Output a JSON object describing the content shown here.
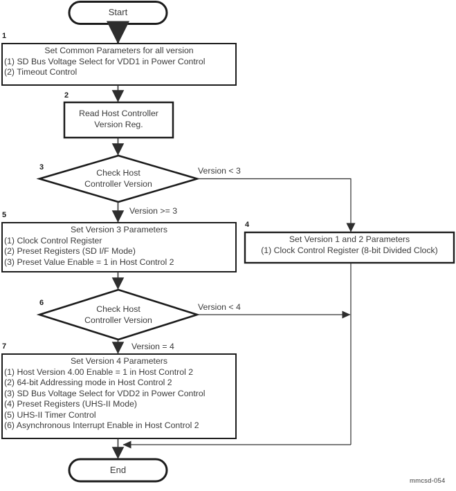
{
  "diagram": {
    "title_id": "mmcsd-054",
    "colors": {
      "stroke": "#1b1b1b",
      "text": "#3a3a3a",
      "thin_line": "#3a3a3a",
      "background": "#ffffff"
    },
    "terminators": {
      "start": "Start",
      "end": "End"
    },
    "steps": [
      {
        "number": "1",
        "type": "process",
        "title": "Set Common Parameters for all version",
        "lines": [
          "(1) SD Bus Voltage Select for VDD1 in Power Control",
          "(2) Timeout Control"
        ]
      },
      {
        "number": "2",
        "type": "process",
        "title": "Read Host Controller",
        "lines": [
          "Version Reg."
        ]
      },
      {
        "number": "3",
        "type": "decision",
        "title": "Check Host",
        "lines": [
          "Controller Version"
        ]
      },
      {
        "number": "4",
        "type": "process",
        "title": "Set Version 1 and 2 Parameters",
        "lines": [
          "(1) Clock Control Register (8-bit Divided Clock)"
        ]
      },
      {
        "number": "5",
        "type": "process",
        "title": "Set Version 3 Parameters",
        "lines": [
          "(1) Clock Control Register",
          "(2) Preset Registers (SD I/F Mode)",
          "(3) Preset Value Enable = 1 in Host Control 2"
        ]
      },
      {
        "number": "6",
        "type": "decision",
        "title": "Check Host",
        "lines": [
          "Controller Version"
        ]
      },
      {
        "number": "7",
        "type": "process",
        "title": "Set Version 4 Parameters",
        "lines": [
          "(1) Host Version 4.00 Enable = 1 in Host Control 2",
          "(2) 64-bit Addressing mode in Host Control 2",
          "(3) SD Bus Voltage Select for VDD2 in Power Control",
          "(4) Preset Registers (UHS-II Mode)",
          "(5) UHS-II Timer Control",
          "(6) Asynchronous Interrupt Enable in Host Control 2"
        ]
      }
    ],
    "edge_labels": {
      "version_lt_3": "Version < 3",
      "version_ge_3": "Version >= 3",
      "version_lt_4": "Version < 4",
      "version_eq_4": "Version = 4"
    }
  }
}
